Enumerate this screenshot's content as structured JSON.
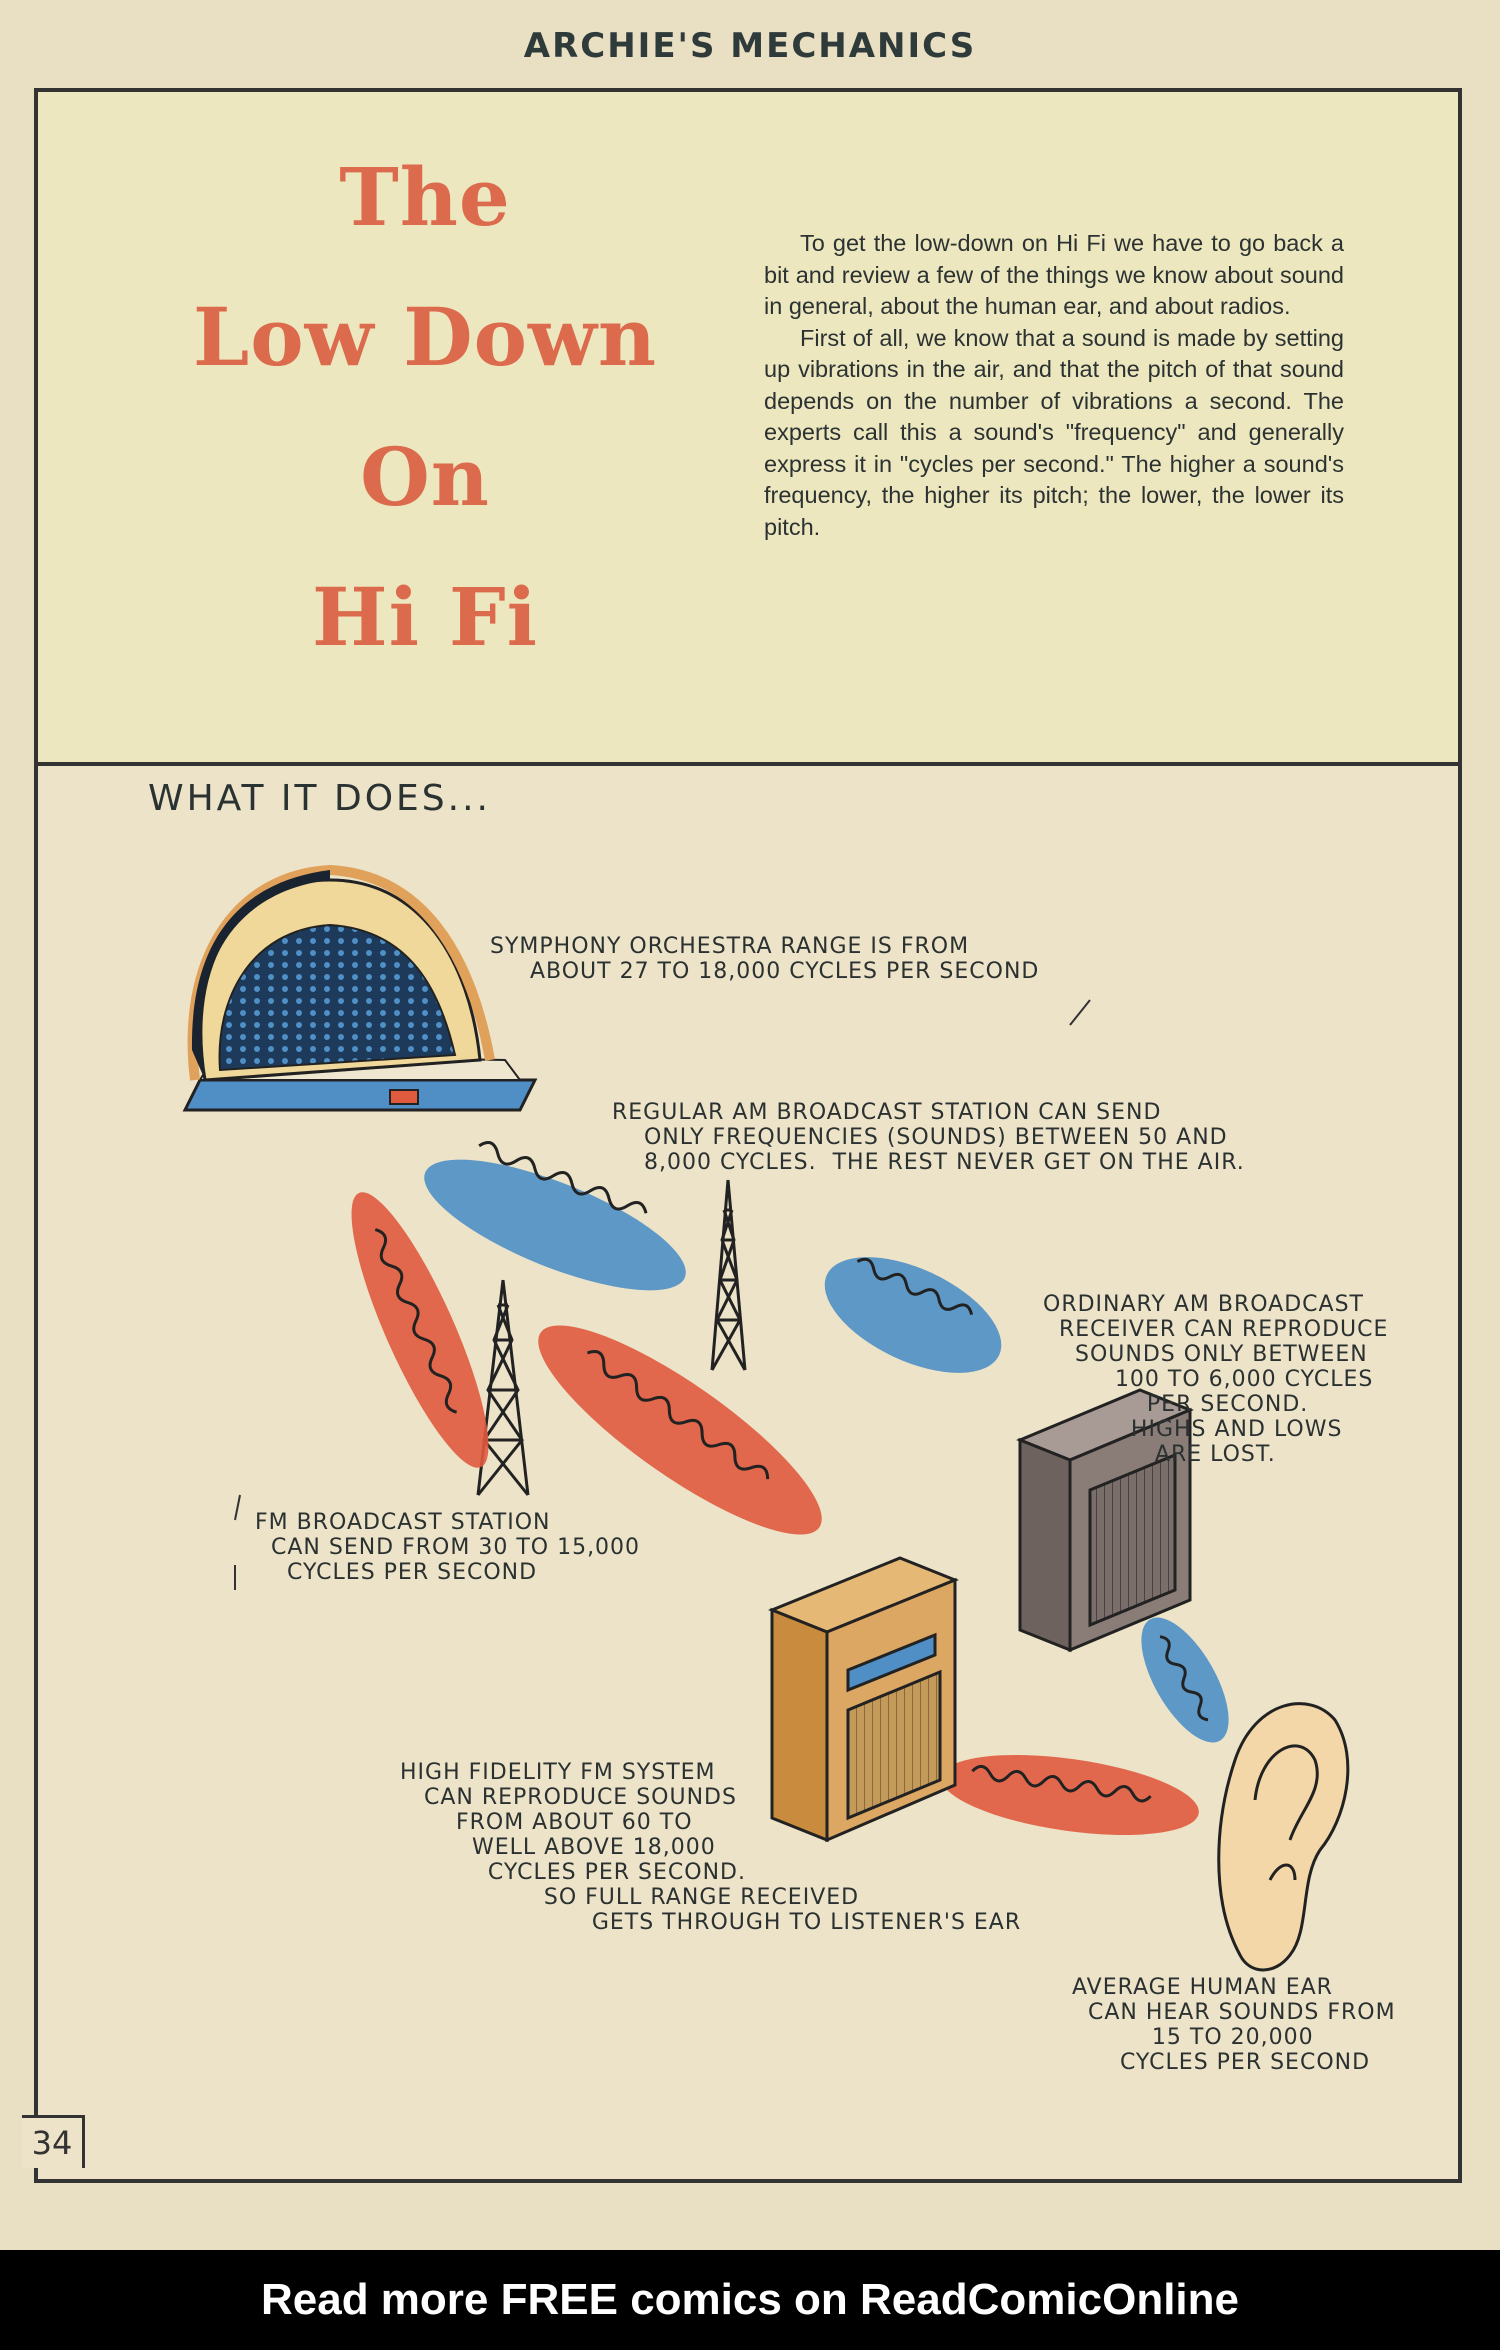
{
  "header": {
    "series_title": "ARCHIE'S MECHANICS"
  },
  "title_block": {
    "lines": [
      "The",
      "Low Down",
      "On",
      "Hi Fi"
    ]
  },
  "intro": {
    "paragraphs": [
      "To get the low-down on Hi Fi we have to go back a bit and review a few of the things we know about sound in general, about the human ear, and about radios.",
      "First of all, we know that a sound is made by setting up vibrations in the air, and that the pitch of that sound depends on the number of vibrations a second. The experts call this a sound's \"frequency\" and generally express it in \"cycles per second.\" The higher a sound's frequency, the higher its pitch; the lower, the lower its pitch."
    ]
  },
  "diagram": {
    "heading": "WHAT IT DOES...",
    "captions": {
      "orchestra": "SYMPHONY ORCHESTRA RANGE IS FROM\n     ABOUT 27 TO 18,000 CYCLES PER SECOND",
      "am_station": "REGULAR AM BROADCAST STATION CAN SEND\n    ONLY FREQUENCIES (SOUNDS) BETWEEN 50 AND\n    8,000 CYCLES.  THE REST NEVER GET ON THE AIR.",
      "am_receiver": "ORDINARY AM BROADCAST\n  RECEIVER CAN REPRODUCE\n    SOUNDS ONLY BETWEEN\n         100 TO 6,000 CYCLES\n             PER SECOND.\n           HIGHS AND LOWS\n              ARE LOST.",
      "fm_station": "FM BROADCAST STATION\n  CAN SEND FROM 30 TO 15,000\n    CYCLES PER SECOND",
      "hifi_system": "HIGH FIDELITY FM SYSTEM\n   CAN REPRODUCE SOUNDS\n       FROM ABOUT 60 TO\n         WELL ABOVE 18,000\n           CYCLES PER SECOND.\n                  SO FULL RANGE RECEIVED\n                        GETS THROUGH TO LISTENER'S EAR",
      "human_ear": "AVERAGE HUMAN EAR\n  CAN HEAR SOUNDS FROM\n          15 TO 20,000\n      CYCLES PER SECOND"
    }
  },
  "page_number": "34",
  "footer": {
    "banner": "Read more FREE comics on ReadComicOnline"
  },
  "colors": {
    "title_red": "#dc6a4d",
    "wave_red": "#e05a3e",
    "wave_blue": "#4f8fc6",
    "panel_yellow": "#ece7bf",
    "paper": "#e9dfc2"
  }
}
